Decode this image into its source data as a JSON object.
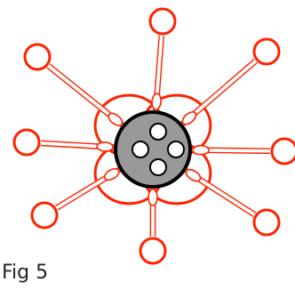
{
  "caption": "Fig 5",
  "colors": {
    "outline": "#ff2200",
    "disc_fill": "#999999",
    "disc_rim": "#000000",
    "hole_fill": "#ffffff",
    "background": "#ffffff"
  },
  "diagram": {
    "arm_count": 8,
    "disc_hole_count": 4,
    "description_shapes": [
      "spoke-arm",
      "end-ring",
      "petal-lobe",
      "center-disc",
      "disc-hole"
    ]
  }
}
